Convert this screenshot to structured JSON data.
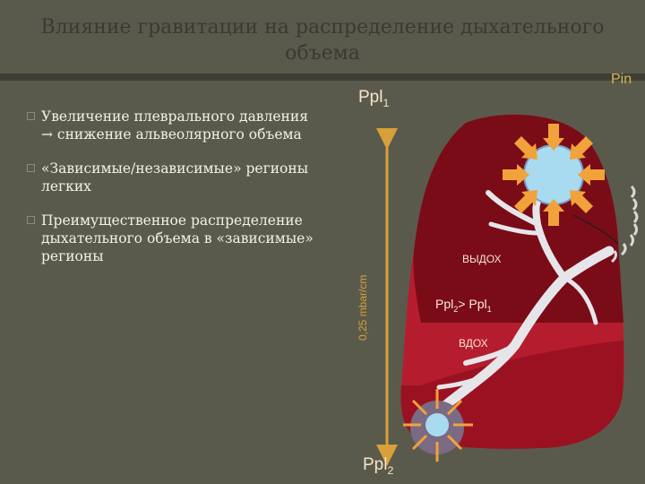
{
  "slide": {
    "title": "Влияние гравитации на распределение дыхательного объема",
    "bullets": [
      "Увеличение плеврального давления → снижение альвеолярного объема",
      "«Зависимые/независимые» регионы легких",
      "Преимущественное распределение дыхательного объема в «зависимые» регионы"
    ]
  },
  "diagram": {
    "top_label": "Ppl",
    "top_label_sub": "1",
    "bottom_label": "Ppl",
    "bottom_label_sub": "2",
    "right_label": "Pin",
    "axis_label": "0,25 mbar/cm",
    "exhale_label": "ВЫДОХ",
    "inhale_label": "ВДОХ",
    "comparison_a": "Ppl",
    "comparison_a_sub": "2",
    "comparison_op": "> ",
    "comparison_b": "Ppl",
    "comparison_b_sub": "1",
    "colors": {
      "background": "#5a5a4c",
      "lung_light": "#b51d2e",
      "lung_dark": "#7a0c17",
      "alveolus": "#a8daf0",
      "arrow": "#f2a23a",
      "airway": "#e6e6ea"
    }
  }
}
